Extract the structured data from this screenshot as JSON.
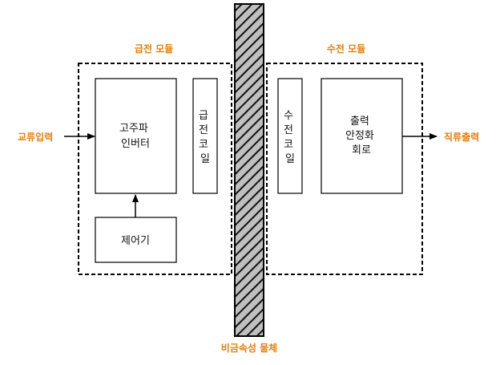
{
  "labels": {
    "tx_module": "급전 모듈",
    "rx_module": "수전 모듈",
    "ac_input": "교류입력",
    "dc_output": "직류출력",
    "barrier": "비금속성 물체"
  },
  "blocks": {
    "inverter": [
      "고주파",
      "인버터"
    ],
    "controller": [
      "제어기"
    ],
    "tx_coil": [
      "급",
      "전",
      "코",
      "일"
    ],
    "rx_coil": [
      "수",
      "전",
      "코",
      "일"
    ],
    "regulator": [
      "출력",
      "안정화",
      "회로"
    ]
  },
  "colors": {
    "accent": "#e87d0c",
    "line": "#000000",
    "hatch_fill": "#bfbfbf"
  }
}
